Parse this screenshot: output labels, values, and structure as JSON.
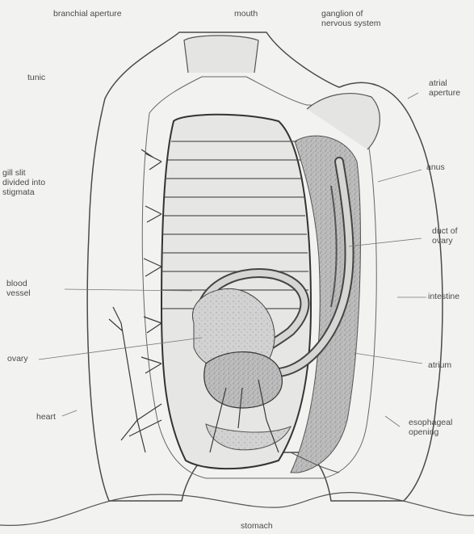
{
  "labels": {
    "branchial_aperture": "branchial aperture",
    "mouth": "mouth",
    "ganglion": "ganglion of\nnervous system",
    "tunic": "tunic",
    "atrial_aperture": "atrial\naperture",
    "anus": "anus",
    "gill_slit": "gill slit\ndivided into\nstigmata",
    "duct_of_ovary": "duct of\novary",
    "blood_vessel": "blood\nvessel",
    "intestine": "intestine",
    "ovary": "ovary",
    "atrium": "atrium",
    "heart": "heart",
    "esophageal_opening": "esophageal\nopening",
    "stomach": "stomach"
  }
}
